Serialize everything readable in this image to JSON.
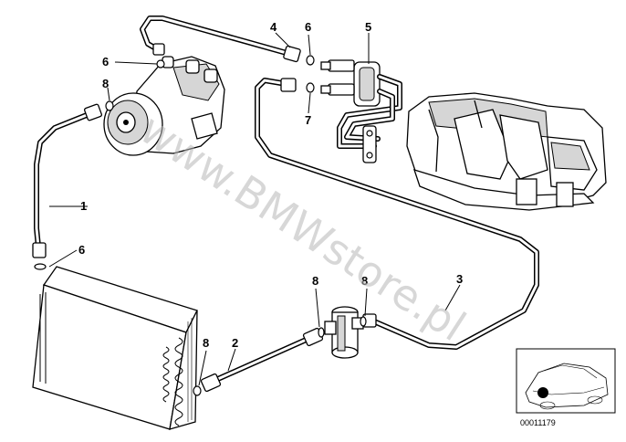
{
  "diagram": {
    "callouts": [
      "1",
      "2",
      "3",
      "4",
      "5",
      "6",
      "6",
      "6",
      "7",
      "8",
      "8",
      "8",
      "8"
    ],
    "watermark": "www.BMWstore.pl",
    "figure_code": "00011179"
  },
  "colors": {
    "line": "#000000",
    "watermark": "#b8b8b8",
    "shade": "#d6d6d6"
  }
}
